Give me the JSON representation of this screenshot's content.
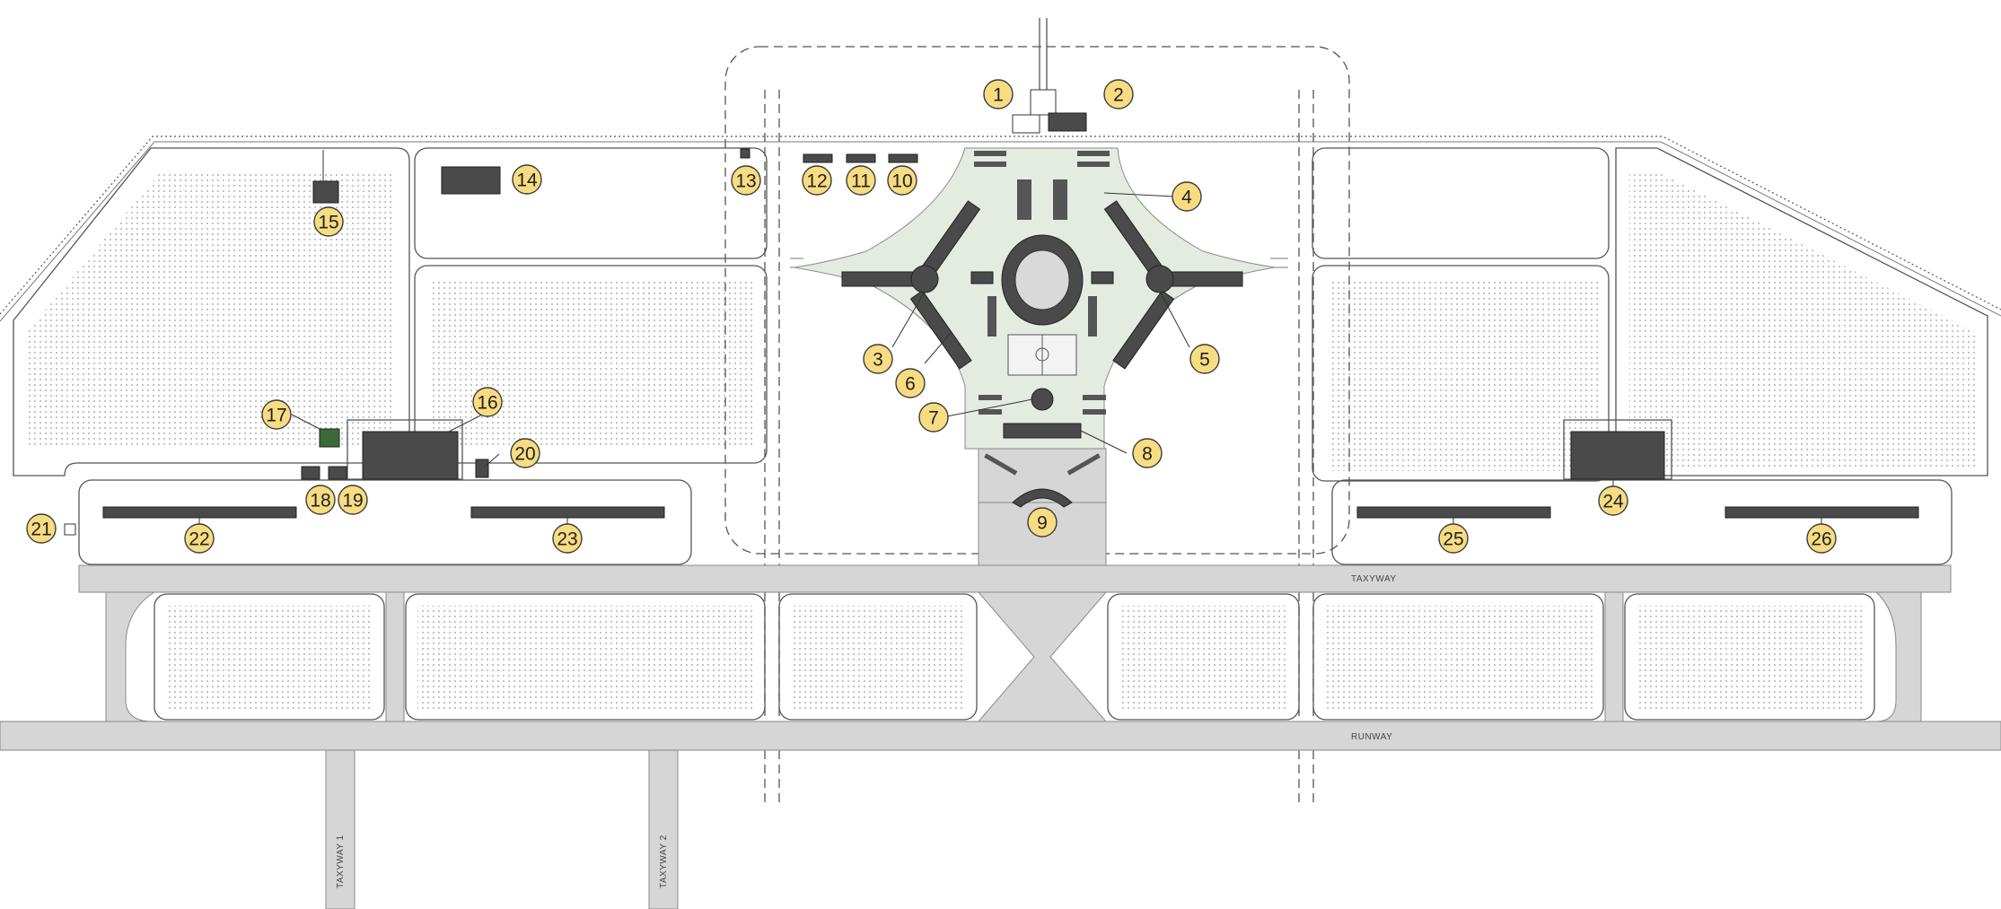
{
  "plan": {
    "road_labels": {
      "taxyway": "TAXYWAY",
      "runway": "RUNWAY",
      "taxyway_1": "TAXYWAY 1",
      "taxyway_2": "TAXYWAY 2"
    },
    "callouts": [
      {
        "id": "1",
        "label": "1"
      },
      {
        "id": "2",
        "label": "2"
      },
      {
        "id": "3",
        "label": "3"
      },
      {
        "id": "4",
        "label": "4"
      },
      {
        "id": "5",
        "label": "5"
      },
      {
        "id": "6",
        "label": "6"
      },
      {
        "id": "7",
        "label": "7"
      },
      {
        "id": "8",
        "label": "8"
      },
      {
        "id": "9",
        "label": "9"
      },
      {
        "id": "10",
        "label": "10"
      },
      {
        "id": "11",
        "label": "11"
      },
      {
        "id": "12",
        "label": "12"
      },
      {
        "id": "13",
        "label": "13"
      },
      {
        "id": "14",
        "label": "14"
      },
      {
        "id": "15",
        "label": "15"
      },
      {
        "id": "16",
        "label": "16"
      },
      {
        "id": "17",
        "label": "17"
      },
      {
        "id": "18",
        "label": "18"
      },
      {
        "id": "19",
        "label": "19"
      },
      {
        "id": "20",
        "label": "20"
      },
      {
        "id": "21",
        "label": "21"
      },
      {
        "id": "22",
        "label": "22"
      },
      {
        "id": "23",
        "label": "23"
      },
      {
        "id": "24",
        "label": "24"
      },
      {
        "id": "25",
        "label": "25"
      },
      {
        "id": "26",
        "label": "26"
      }
    ],
    "colors": {
      "callout_fill": "#f7dc82",
      "pavement": "#d6d6d6",
      "building": "#4a4a4a",
      "landscape": "#e4ece2"
    }
  }
}
